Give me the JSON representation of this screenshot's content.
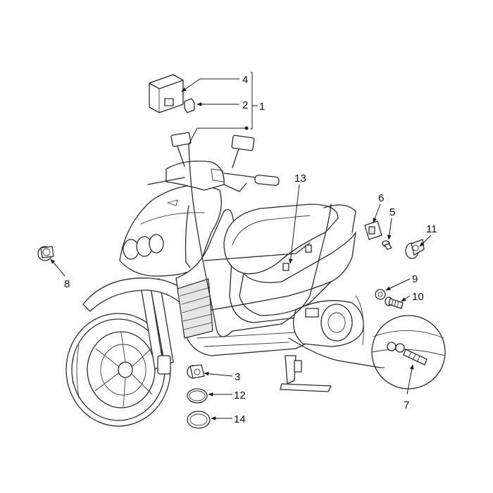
{
  "callouts": {
    "c1": "1",
    "c2": "2",
    "c3": "3",
    "c4": "4",
    "c5": "5",
    "c6": "6",
    "c7": "7",
    "c8": "8",
    "c9": "9",
    "c10": "10",
    "c11": "11",
    "c12": "12",
    "c13": "13",
    "c14": "14"
  },
  "colors": {
    "line": "#2b2b2b",
    "text": "#111111",
    "background": "#ffffff"
  }
}
